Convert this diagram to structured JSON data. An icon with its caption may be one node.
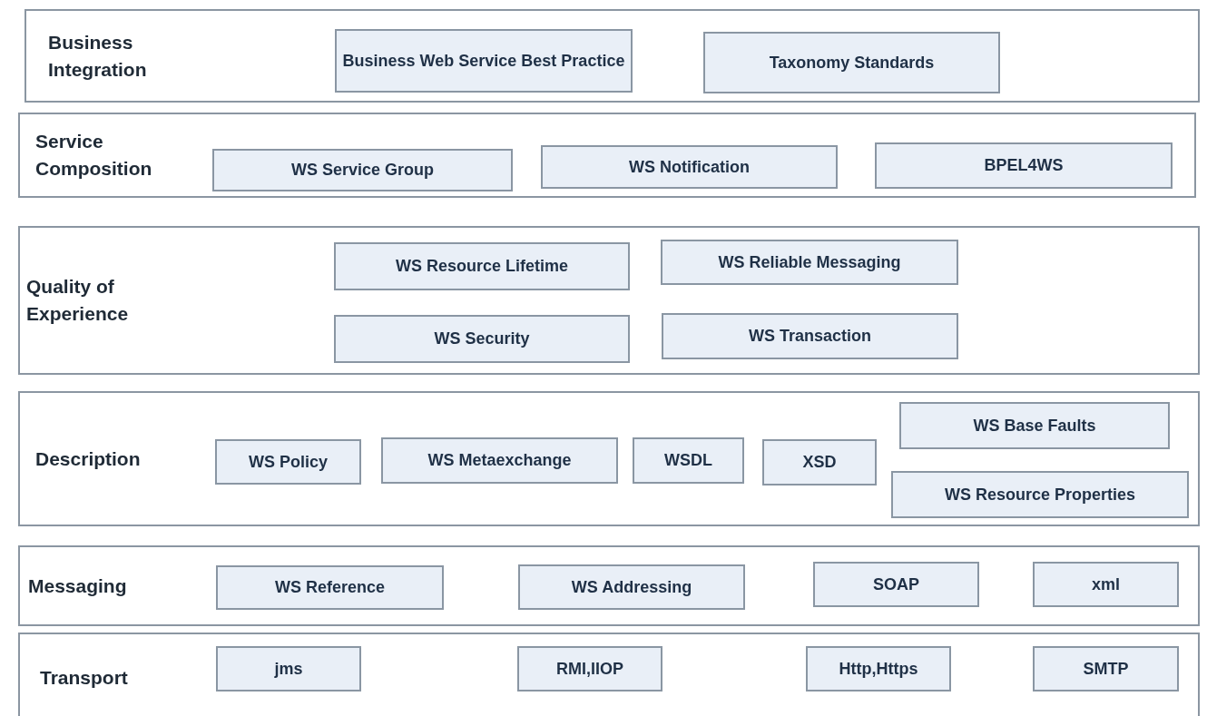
{
  "diagram": {
    "nodes": [
      {
        "text": [
          "Business Integration"
        ]
      },
      {
        "text": [
          "Business Web Service Best Practice"
        ],
        "in": 0
      },
      {
        "text": [
          "Taxonomy Standards"
        ],
        "in": 0
      },
      {
        "text": [
          "Service Composition"
        ]
      },
      {
        "text": [
          "WS Service Group"
        ],
        "in": 3
      },
      {
        "text": [
          "WS Notification"
        ],
        "in": 3
      },
      {
        "text": [
          "BPEL4WS"
        ],
        "in": 3
      },
      {
        "text": [
          "Quality of Experience"
        ]
      },
      {
        "text": [
          "WS Resource Lifetime"
        ],
        "in": 7
      },
      {
        "text": [
          "WS Reliable Messaging"
        ],
        "in": 7
      },
      {
        "text": [
          "WS Security"
        ],
        "in": 7
      },
      {
        "text": [
          "WS Transaction"
        ],
        "in": 7
      },
      {
        "text": [
          "Description"
        ]
      },
      {
        "text": [
          "WS Base Faults"
        ],
        "in": 12
      },
      {
        "text": [
          "WS Policy"
        ],
        "in": 12
      },
      {
        "text": [
          "WS Metaexchange"
        ],
        "in": 12
      },
      {
        "text": [
          "WSDL"
        ],
        "in": 12
      },
      {
        "text": [
          "XSD"
        ],
        "in": 12
      },
      {
        "text": [
          "WS Resource Properties"
        ],
        "in": 12
      },
      {
        "text": [
          "Messaging"
        ]
      },
      {
        "text": [
          "WS Reference"
        ],
        "in": 19
      },
      {
        "text": [
          "WS Addressing"
        ],
        "in": 19
      },
      {
        "text": [
          "SOAP"
        ],
        "in": 19
      },
      {
        "text": [
          "xml"
        ],
        "in": 19
      },
      {
        "text": [
          "Transport"
        ]
      },
      {
        "text": [
          "jms"
        ],
        "in": 24
      },
      {
        "text": [
          "RMI,IIOP"
        ],
        "in": 24
      },
      {
        "text": [
          "Http,Https"
        ],
        "in": 24
      },
      {
        "text": [
          "SMTP"
        ],
        "in": 24
      }
    ],
    "edges": []
  }
}
